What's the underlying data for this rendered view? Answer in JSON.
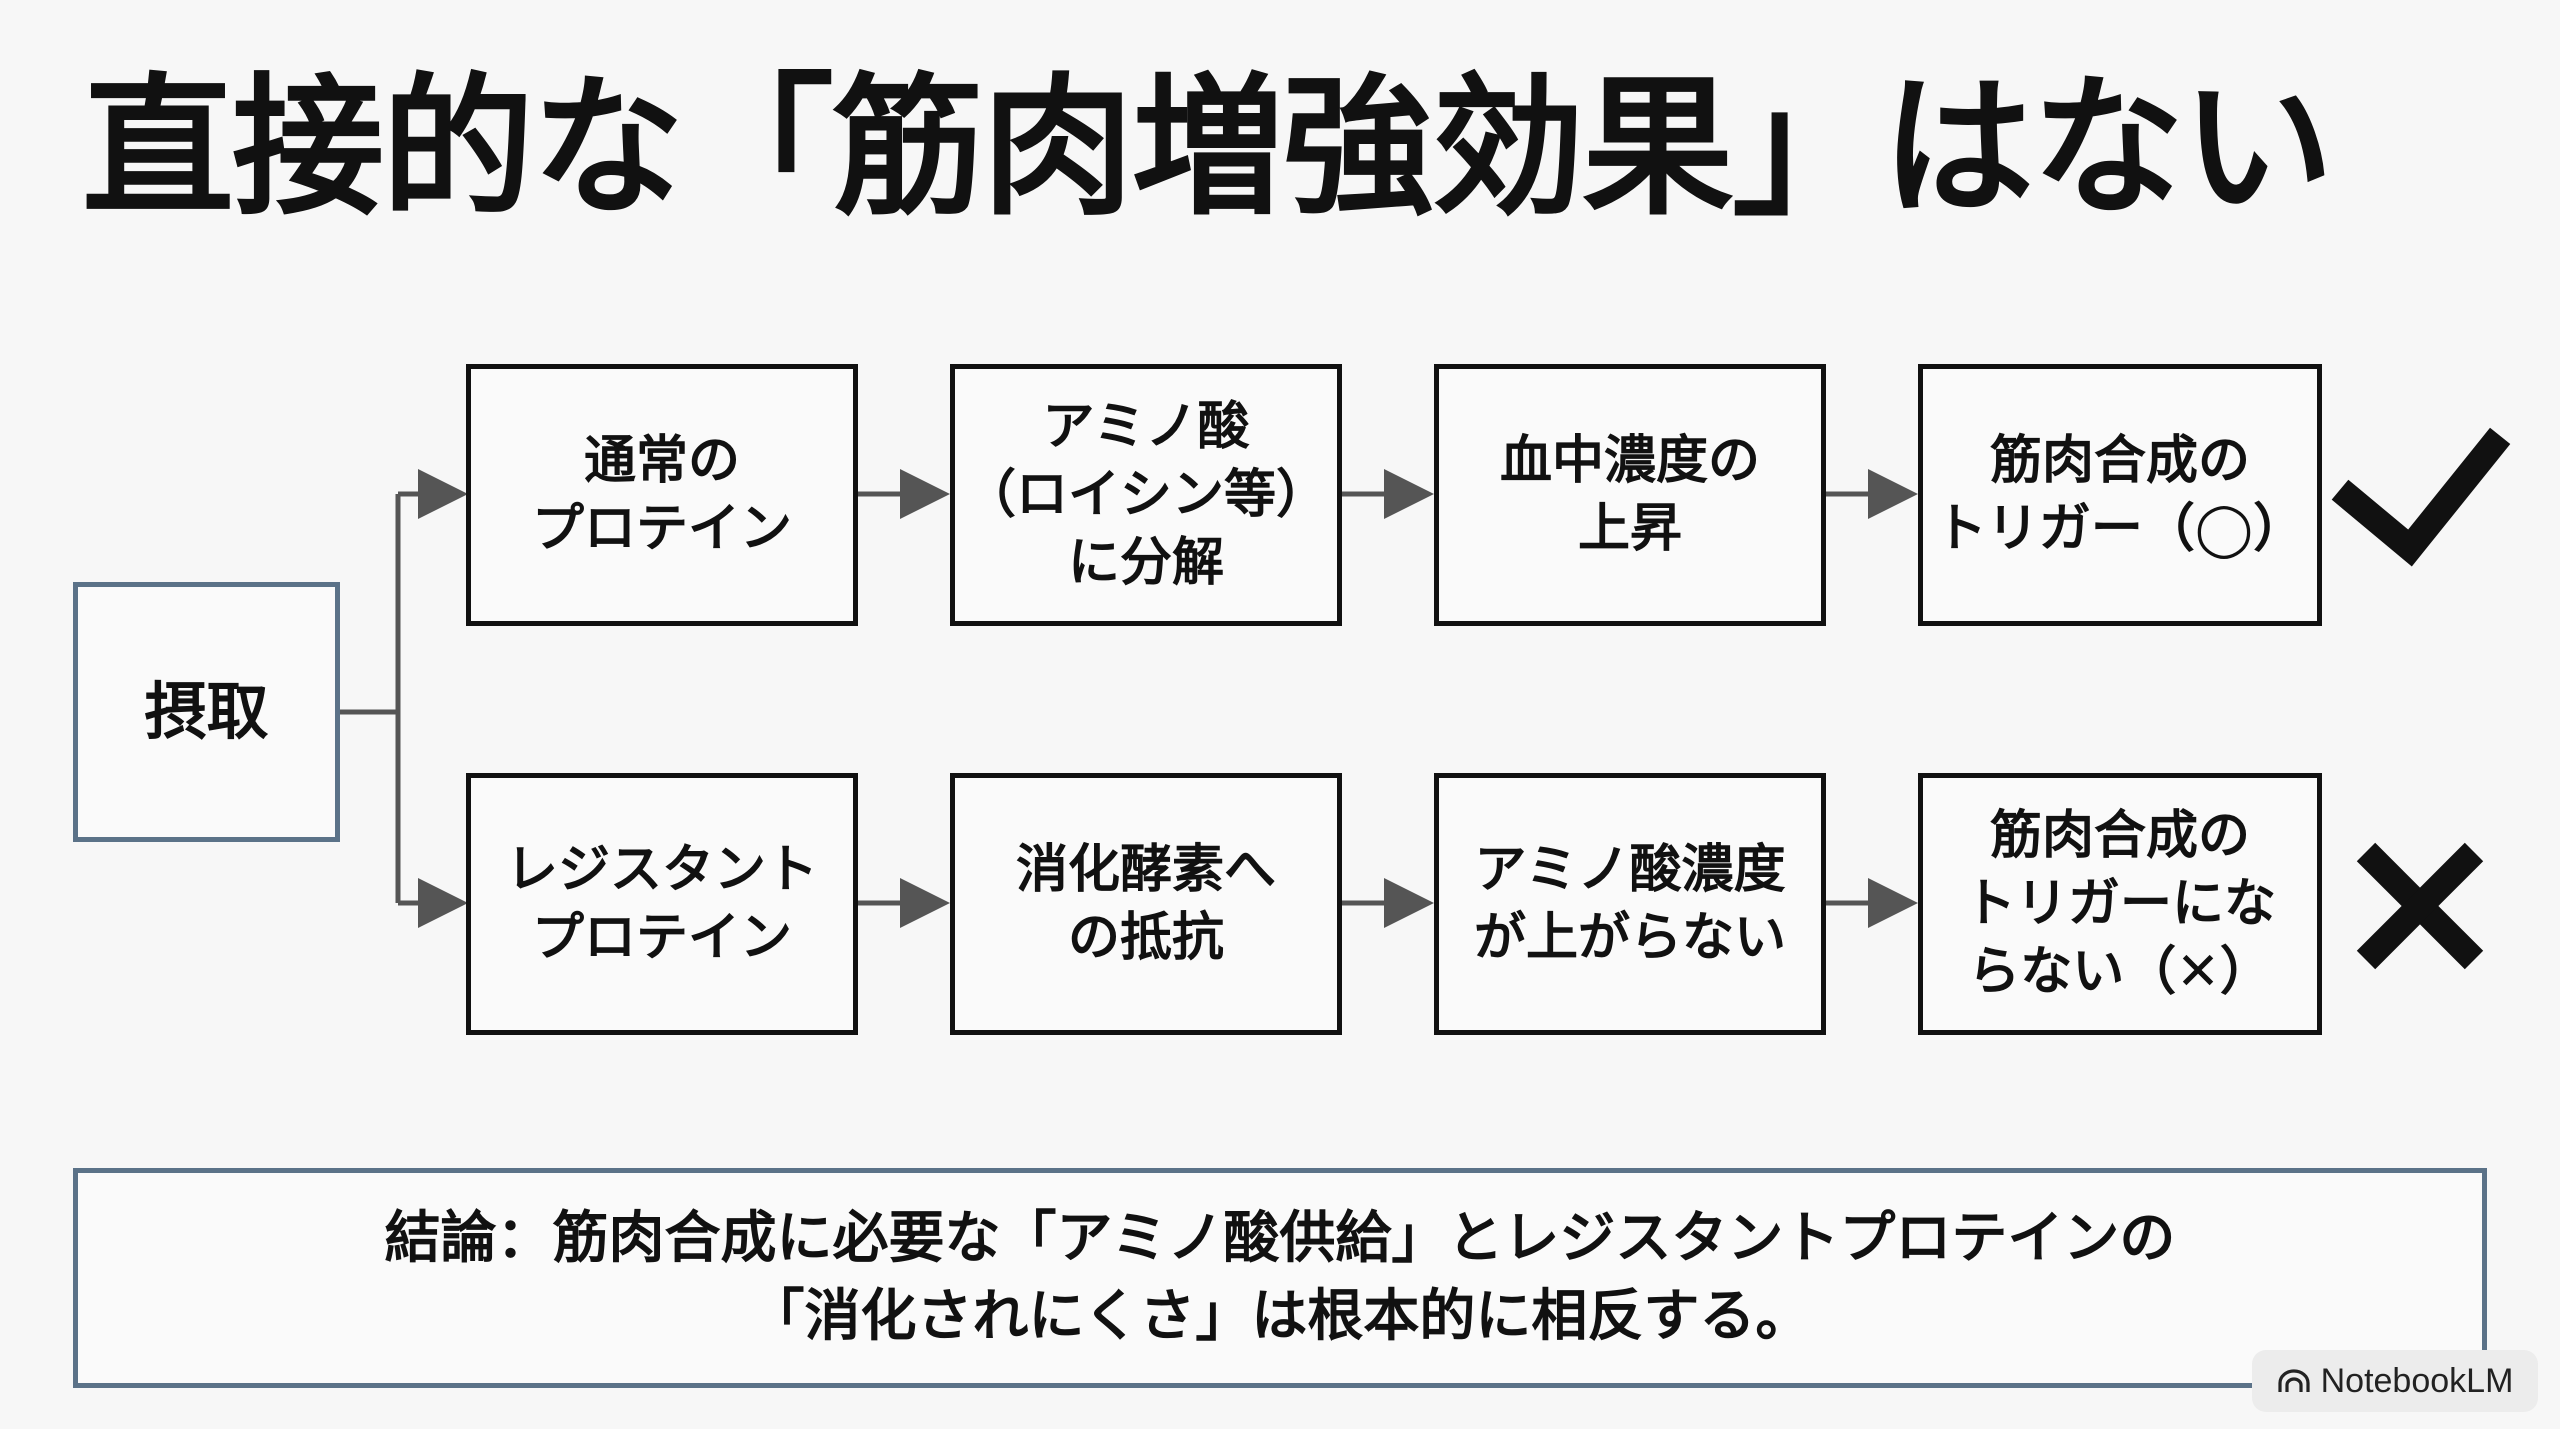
{
  "title": "直接的な「筋肉増強効果」はない",
  "diagram": {
    "start": "摂取",
    "top_row": [
      "通常の\nプロテイン",
      "アミノ酸\n（ロイシン等）\nに分解",
      "血中濃度の\n上昇",
      "筋肉合成の\nトリガー（◯）"
    ],
    "bottom_row": [
      "レジスタント\nプロテイン",
      "消化酵素へ\nの抵抗",
      "アミノ酸濃度\nが上がらない",
      "筋肉合成の\nトリガーにな\nらない（✕）"
    ],
    "top_result_icon": "check-mark-icon",
    "bottom_result_icon": "cross-mark-icon"
  },
  "conclusion": {
    "line1": "結論：筋肉合成に必要な「アミノ酸供給」とレジスタントプロテインの",
    "line2": "「消化されにくさ」は根本的に相反する。"
  },
  "watermark": {
    "label": "NotebookLM",
    "icon": "notebooklm-logo-icon"
  },
  "colors": {
    "accent_border": "#5b7288",
    "ink": "#111111",
    "arrow": "#555555"
  }
}
